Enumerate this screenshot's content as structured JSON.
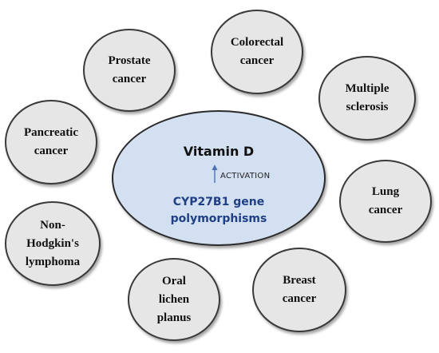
{
  "center": {
    "title": "Vitamin D",
    "relation": "ACTIVATION",
    "gene": "CYP27B1 gene\npolymorphisms"
  },
  "diseases": [
    {
      "label": "Prostate\ncancer"
    },
    {
      "label": "Colorectal\ncancer"
    },
    {
      "label": "Multiple\nsclerosis"
    },
    {
      "label": "Pancreatic\ncancer"
    },
    {
      "label": "Lung\ncancer"
    },
    {
      "label": "Non-\nHodgkin's\nlymphoma"
    },
    {
      "label": "Oral\nlichen\nplanus"
    },
    {
      "label": "Breast\ncancer"
    }
  ],
  "colors": {
    "center_fill": "#d3e0f2",
    "disease_fill": "#e6e6e6",
    "gene_text": "#1f3f86",
    "arrow": "#4a72b8"
  }
}
